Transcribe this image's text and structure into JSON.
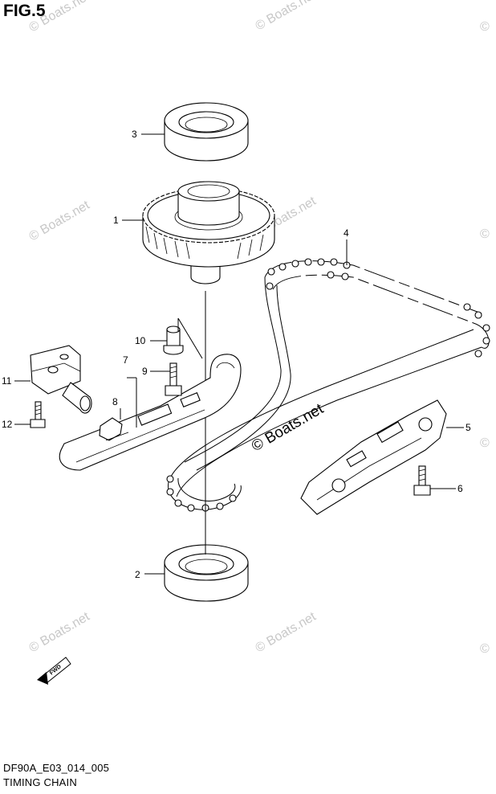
{
  "header": {
    "title": "FIG.5"
  },
  "footer": {
    "diagram_code": "DF90A_E03_014_005",
    "diagram_name": "TIMING CHAIN"
  },
  "callouts": {
    "c1": "1",
    "c2": "2",
    "c3": "3",
    "c4": "4",
    "c5": "5",
    "c6": "6",
    "c7": "7",
    "c8": "8",
    "c9": "9",
    "c10": "10",
    "c11": "11",
    "c12": "12"
  },
  "watermark": {
    "text": "© Boats.net"
  },
  "direction_badge": {
    "text": "FWD"
  }
}
